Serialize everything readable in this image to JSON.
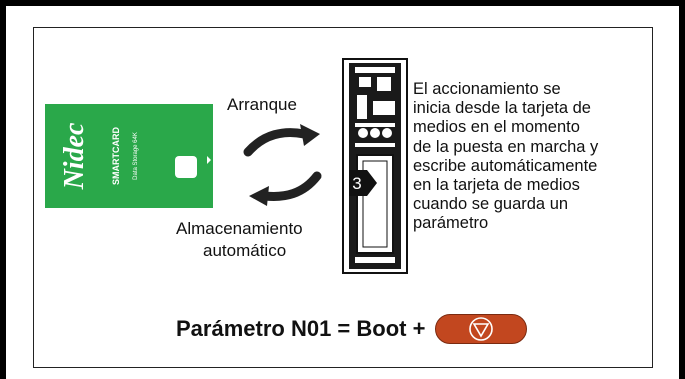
{
  "labels": {
    "arranque": "Arranque",
    "almacenamiento_line1": "Almacenamiento",
    "almacenamiento_line2": "automático",
    "step_number": "3"
  },
  "description": "El accionamiento se\ninicia desde la tarjeta de\nmedios en el momento\nde la puesta en marcha y\nescribe automáticamente\nen la tarjeta de medios\ncuando se guarda un\nparámetro",
  "formula": "Parámetro N01 = Boot +",
  "card": {
    "brand": "Nidec",
    "model": "SMARTCARD",
    "caption": "Data Storage 64K"
  },
  "colors": {
    "card_green": "#2aa84a",
    "stop_key": "#c2471f"
  },
  "icons": {
    "stop_key_symbol": "stop-triangle-icon"
  }
}
